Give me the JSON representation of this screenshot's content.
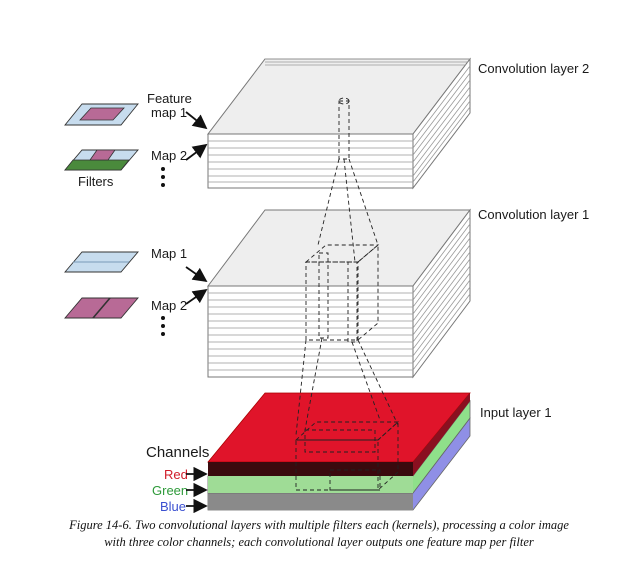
{
  "labels": {
    "conv2": "Convolution layer 2",
    "conv1": "Convolution layer 1",
    "input": "Input layer 1",
    "feature_map_line1": "Feature",
    "feature_map_line2": "map 1",
    "map2_top": "Map 2",
    "filters": "Filters",
    "map1_mid": "Map 1",
    "map2_mid": "Map 2",
    "channels": "Channels",
    "red": "Red",
    "green": "Green",
    "blue": "Blue"
  },
  "caption": {
    "line1": "Figure 14-6. Two convolutional layers with multiple filters each (kernels), processing a color image",
    "line2": "with three color channels; each convolutional layer outputs one feature map per filter"
  },
  "colors": {
    "red_channel": "#e0142a",
    "green_channel": "#8fe08a",
    "blue_channel": "#8f8fe6",
    "filter_pink": "#b86a96",
    "filter_lightblue": "#c7dcee",
    "filter_green": "#4a8a3c",
    "layer_top": "#eeeeee",
    "layer_stroke": "#777777",
    "red_label": "#d01c2a",
    "green_label": "#2e9a3a",
    "blue_label": "#3a4fd0"
  }
}
